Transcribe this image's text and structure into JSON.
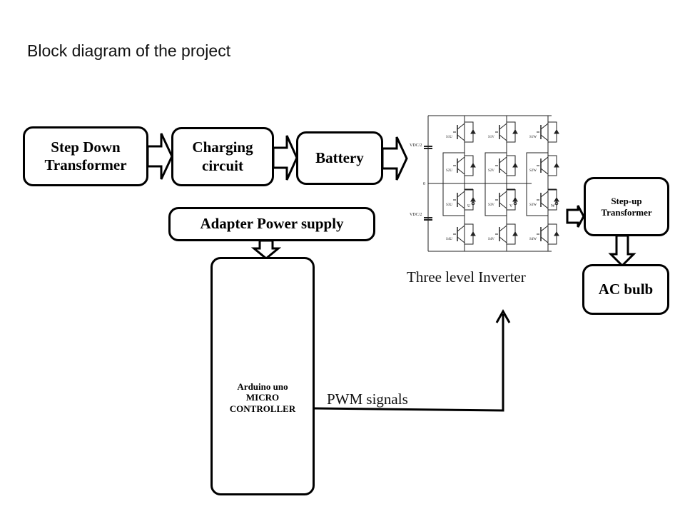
{
  "title": "Block diagram of the project",
  "blocks": {
    "step_down": "Step Down Transformer",
    "charging": "Charging circuit",
    "battery": "Battery",
    "adapter": "Adapter Power supply",
    "arduino_line1": "Arduino uno",
    "arduino_line2": "MICRO",
    "arduino_line3": "CONTROLLER",
    "step_up": "Step-up Transformer",
    "ac_bulb": "AC bulb"
  },
  "inverter": {
    "caption": "Three level Inverter",
    "vdc_top": "VDC/2",
    "vdc_bottom": "VDC/2",
    "neutral": "0",
    "outputs": [
      "U",
      "V",
      "W"
    ],
    "switches": [
      [
        "S1U",
        "S1V",
        "S1W"
      ],
      [
        "S2U",
        "S2V",
        "S2W"
      ],
      [
        "S3U",
        "S3V",
        "S3W"
      ],
      [
        "S4U",
        "S4V",
        "S4W"
      ]
    ]
  },
  "pwm_label": "PWM signals"
}
